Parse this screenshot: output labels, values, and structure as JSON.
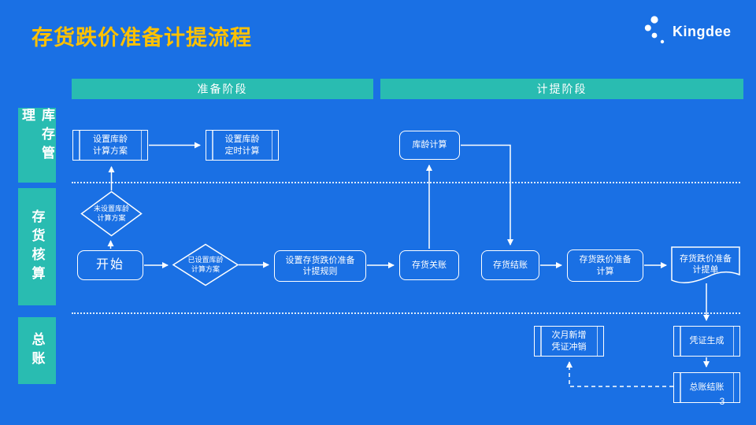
{
  "slide": {
    "title": "存货跌价准备计提流程",
    "page_number": "3"
  },
  "logo": {
    "brand": "Kingdee"
  },
  "phases": {
    "prep": "准备阶段",
    "accrual": "计提阶段"
  },
  "lanes": {
    "inventory_mgmt": "库存管理",
    "inventory_acct": "存货核算",
    "general_ledger": "总账"
  },
  "nodes": {
    "set_aging_plan": "设置库龄\n计算方案",
    "set_aging_schedule": "设置库龄\n定时计算",
    "aging_calc": "库龄计算",
    "no_aging_plan": "未设置库龄\n计算方案",
    "start": "开始",
    "has_aging_plan": "已设置库龄\n计算方案",
    "set_provision_rule": "设置存货跌价准备\n计提规则",
    "inventory_lock": "存货关账",
    "inventory_close": "存货结账",
    "provision_calc": "存货跌价准备\n计算",
    "provision_doc": "存货跌价准备\n计提单",
    "next_month_reversal": "次月新增\n凭证冲销",
    "voucher_gen": "凭证生成",
    "gl_close": "总账结账"
  },
  "colors": {
    "background": "#1A70E4",
    "accent_teal": "#29BCB1",
    "title_yellow": "#FFC100",
    "line": "#FFFFFF"
  }
}
